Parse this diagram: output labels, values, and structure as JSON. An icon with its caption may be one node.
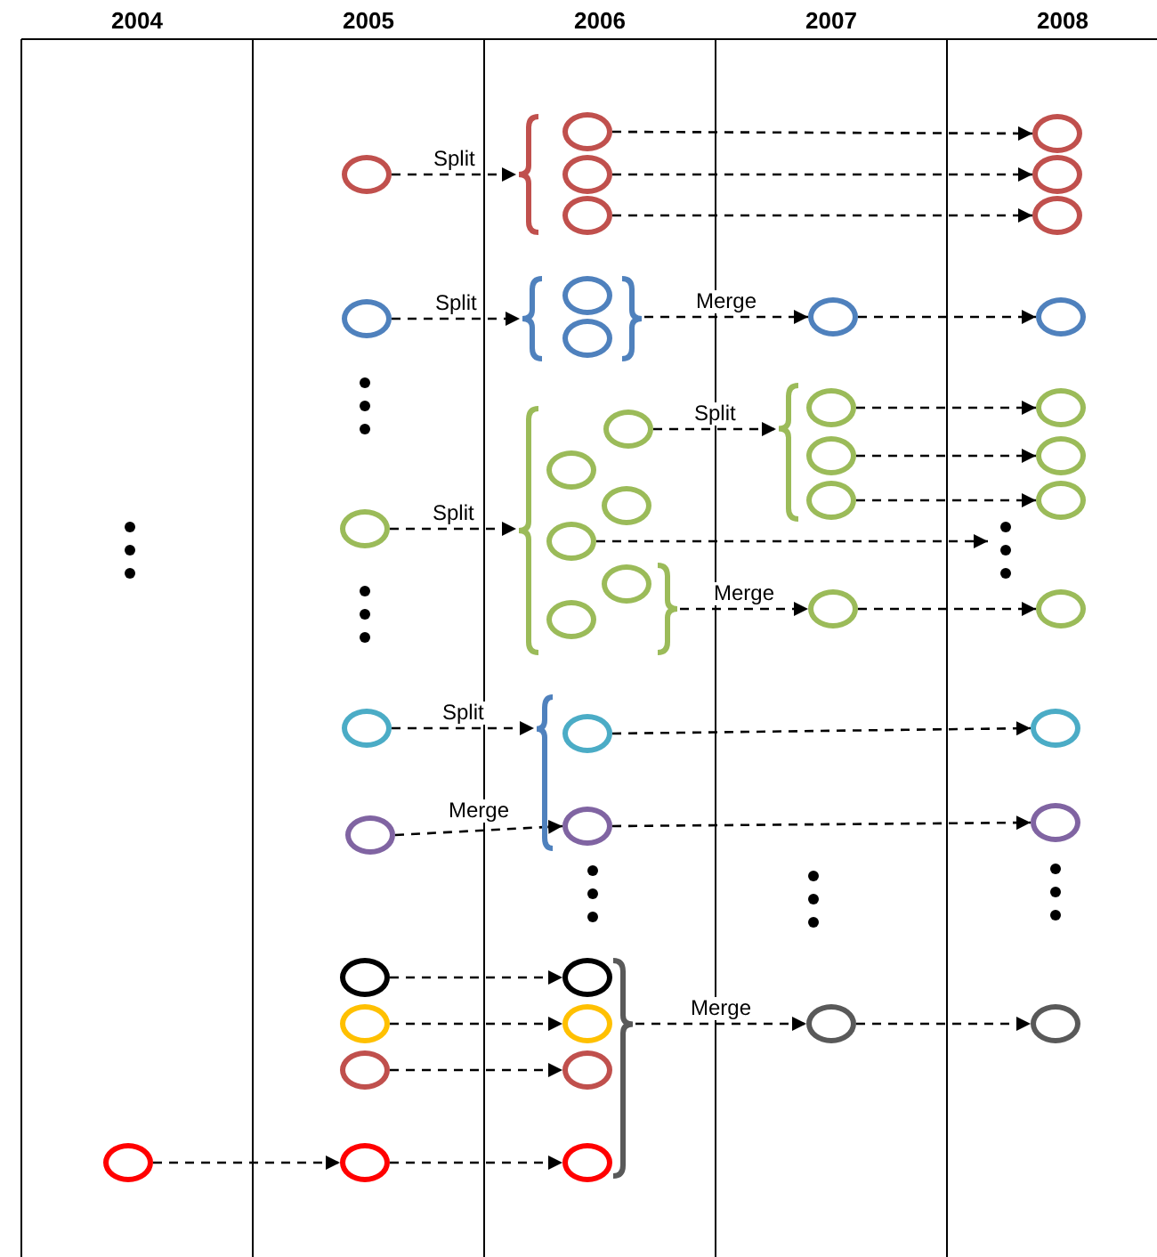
{
  "diagram": {
    "nodes": [
      {
        "text": [],
        "shape": "circle"
      },
      {
        "text": [],
        "shape": "brace"
      },
      {
        "text": [],
        "shape": "circle"
      },
      {
        "text": [],
        "shape": "circle"
      },
      {
        "text": [],
        "shape": "circle"
      },
      {
        "text": [],
        "shape": "circle"
      },
      {
        "text": [],
        "shape": "circle"
      },
      {
        "text": [],
        "shape": "circle"
      },
      {
        "text": [],
        "shape": "circle"
      },
      {
        "text": [],
        "shape": "brace"
      },
      {
        "text": [],
        "shape": "circle"
      },
      {
        "text": [],
        "shape": "circle"
      },
      {
        "text": [],
        "shape": "brace"
      },
      {
        "text": [],
        "shape": "circle"
      },
      {
        "text": [],
        "shape": "circle"
      },
      {
        "text": [],
        "shape": "circle"
      },
      {
        "text": [],
        "shape": "brace"
      },
      {
        "text": [],
        "shape": "circle"
      },
      {
        "text": [],
        "shape": "circle"
      },
      {
        "text": [],
        "shape": "circle"
      },
      {
        "text": [],
        "shape": "circle"
      },
      {
        "text": [],
        "shape": "circle"
      },
      {
        "text": [],
        "shape": "circle"
      },
      {
        "text": [],
        "shape": "brace"
      },
      {
        "text": [],
        "shape": "circle"
      },
      {
        "text": [],
        "shape": "circle"
      },
      {
        "text": [],
        "shape": "circle"
      },
      {
        "text": [],
        "shape": "circle"
      },
      {
        "text": [],
        "shape": "circle"
      },
      {
        "text": [],
        "shape": "circle"
      },
      {
        "text": [],
        "shape": "brace"
      },
      {
        "text": [],
        "shape": "circle"
      },
      {
        "text": [],
        "shape": "circle"
      },
      {
        "text": [],
        "shape": "circle"
      },
      {
        "text": [],
        "shape": "brace"
      },
      {
        "text": [],
        "shape": "circle"
      },
      {
        "text": [],
        "shape": "circle"
      },
      {
        "text": [],
        "shape": "circle"
      },
      {
        "text": [],
        "shape": "circle"
      },
      {
        "text": [],
        "shape": "circle"
      },
      {
        "text": [],
        "shape": "circle"
      },
      {
        "text": [],
        "shape": "circle"
      },
      {
        "text": [],
        "shape": "circle"
      },
      {
        "text": [],
        "shape": "circle"
      },
      {
        "text": [],
        "shape": "circle"
      },
      {
        "text": [],
        "shape": "circle"
      },
      {
        "text": [],
        "shape": "circle"
      },
      {
        "text": [],
        "shape": "circle"
      },
      {
        "text": [],
        "shape": "circle"
      },
      {
        "text": [],
        "shape": "brace"
      },
      {
        "text": [],
        "shape": "circle"
      },
      {
        "text": [],
        "shape": "circle"
      }
    ],
    "edges": [
      {
        "from": 0,
        "to": 1,
        "arrow": "to",
        "label": "Split",
        "style": "dashed"
      },
      {
        "from": 2,
        "to": 5,
        "arrow": "to",
        "style": "dashed"
      },
      {
        "from": 3,
        "to": 6,
        "arrow": "to",
        "style": "dashed"
      },
      {
        "from": 4,
        "to": 7,
        "arrow": "to",
        "style": "dashed"
      },
      {
        "from": 8,
        "to": 9,
        "arrow": "to",
        "label": "Split",
        "style": "dashed"
      },
      {
        "from": 12,
        "to": 13,
        "arrow": "to",
        "label": "Merge",
        "style": "dashed"
      },
      {
        "from": 13,
        "to": 14,
        "arrow": "to",
        "style": "dashed"
      },
      {
        "from": 15,
        "to": 16,
        "arrow": "to",
        "label": "Split",
        "style": "dashed"
      },
      {
        "from": 17,
        "to": 23,
        "arrow": "to",
        "label": "Split",
        "style": "dashed"
      },
      {
        "from": 24,
        "to": 27,
        "arrow": "to",
        "style": "dashed"
      },
      {
        "from": 25,
        "to": 28,
        "arrow": "to",
        "style": "dashed"
      },
      {
        "from": 26,
        "to": 29,
        "arrow": "to",
        "style": "dashed"
      },
      {
        "from": 20,
        "to": null,
        "arrow": "to",
        "style": "dashed"
      },
      {
        "from": 30,
        "to": 31,
        "arrow": "to",
        "label": "Merge",
        "style": "dashed"
      },
      {
        "from": 31,
        "to": 32,
        "arrow": "to",
        "style": "dashed"
      },
      {
        "from": 33,
        "to": 34,
        "arrow": "to",
        "label": "Split",
        "style": "dashed"
      },
      {
        "from": 37,
        "to": 38,
        "arrow": "to",
        "label": "Merge",
        "style": "dashed"
      },
      {
        "from": 35,
        "to": 36,
        "arrow": "to",
        "style": "dashed"
      },
      {
        "from": 38,
        "to": 39,
        "arrow": "to",
        "style": "dashed"
      },
      {
        "from": 40,
        "to": 43,
        "arrow": "to",
        "style": "dashed"
      },
      {
        "from": 41,
        "to": 44,
        "arrow": "to",
        "style": "dashed"
      },
      {
        "from": 42,
        "to": 45,
        "arrow": "to",
        "style": "dashed"
      },
      {
        "from": 46,
        "to": 47,
        "arrow": "to",
        "style": "dashed"
      },
      {
        "from": 47,
        "to": 48,
        "arrow": "to",
        "style": "dashed"
      },
      {
        "from": 49,
        "to": 50,
        "arrow": "to",
        "label": "Merge",
        "style": "dashed"
      },
      {
        "from": 50,
        "to": 51,
        "arrow": "to",
        "style": "dashed"
      }
    ],
    "labels": [
      "2004",
      "2005",
      "2006",
      "2007",
      "2008"
    ]
  }
}
